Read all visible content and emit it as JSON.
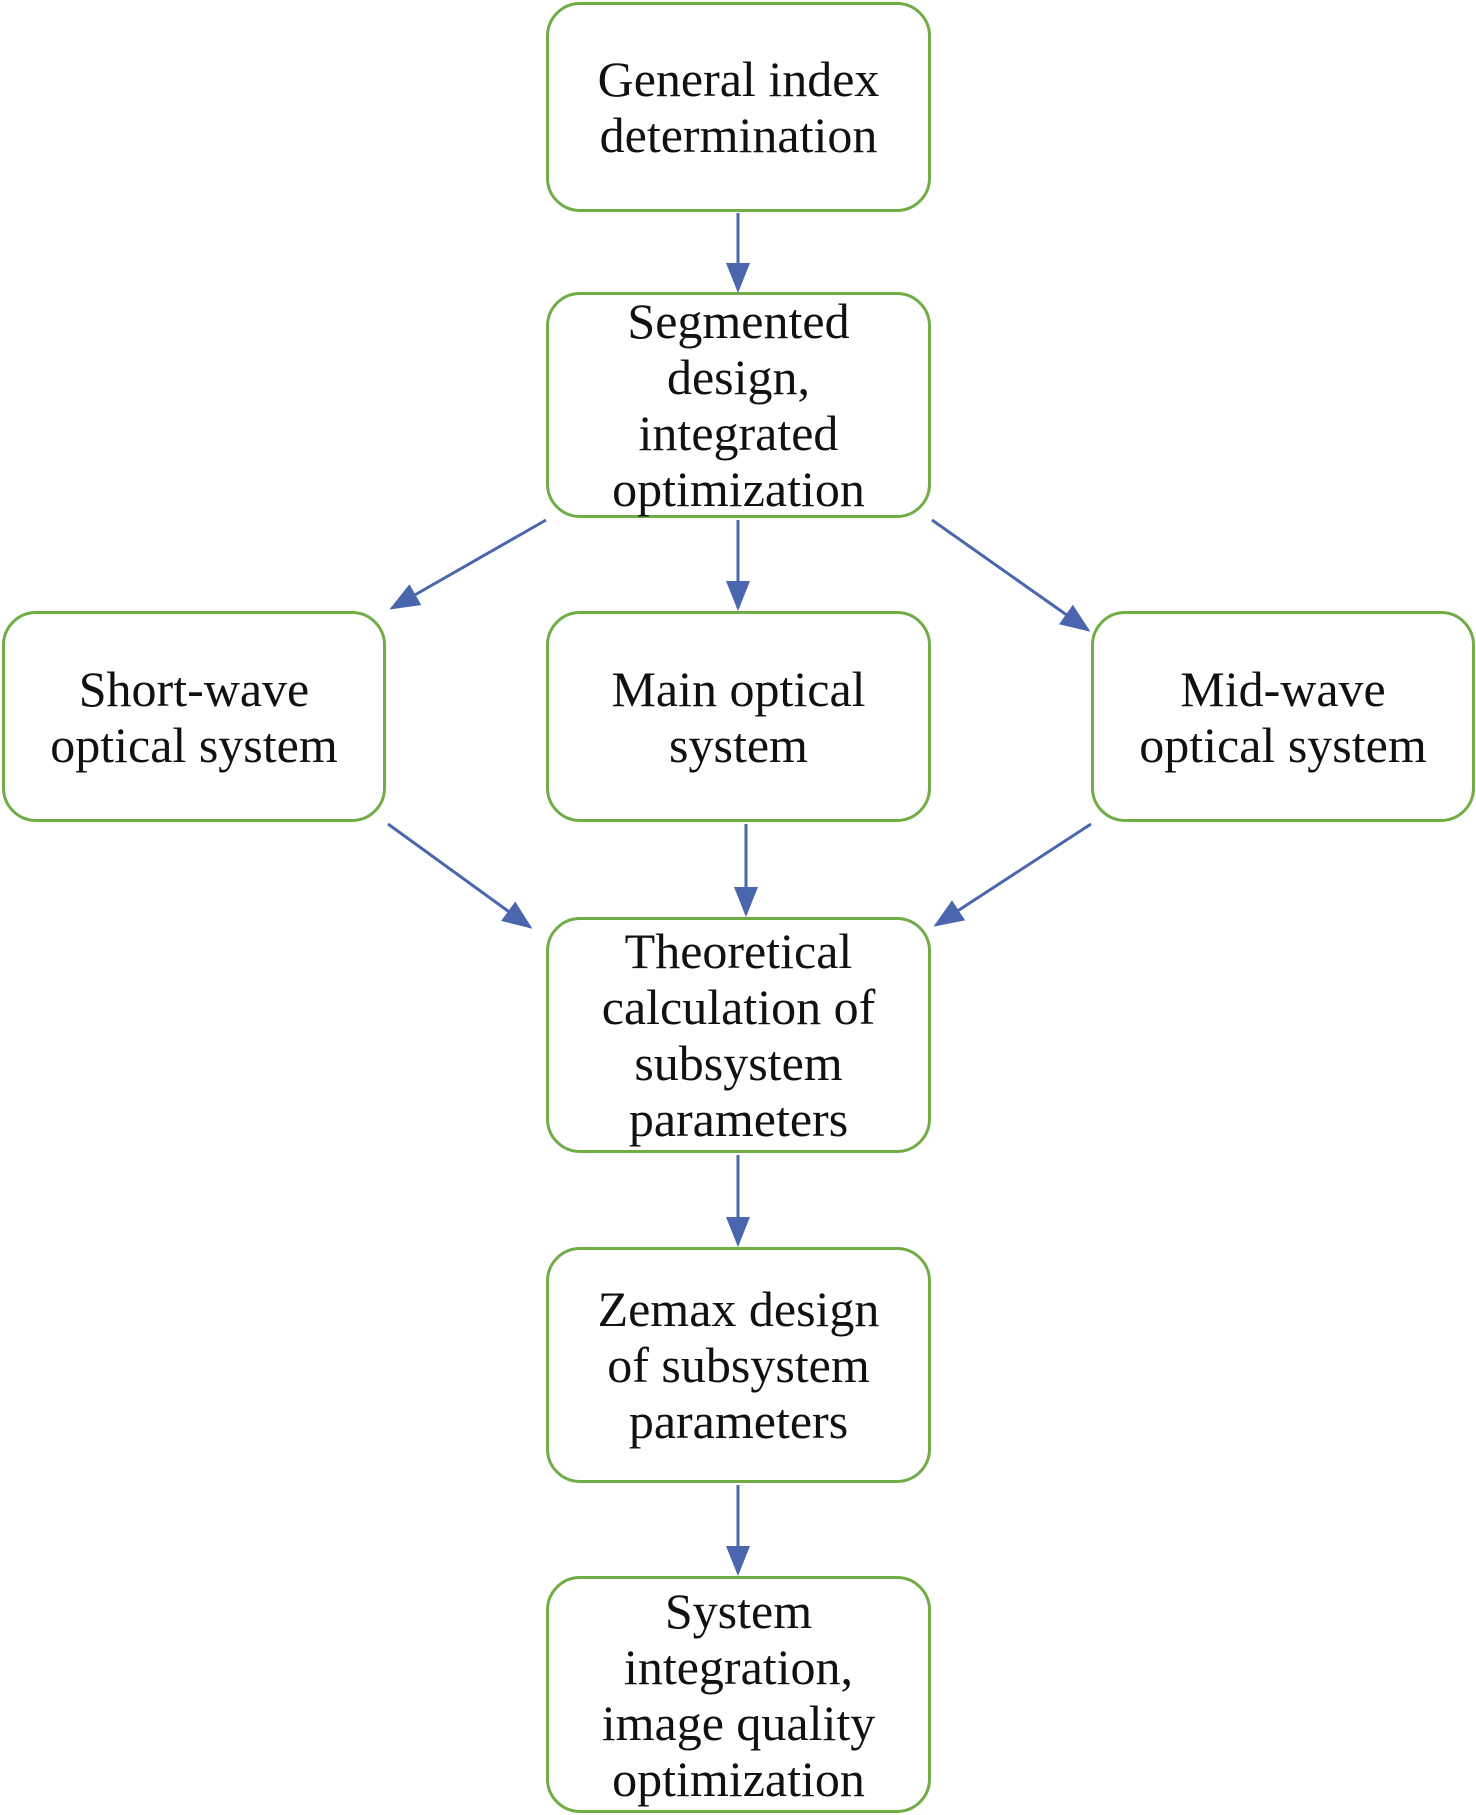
{
  "colors": {
    "box_border": "#70ad47",
    "arrow": "#4a66ad",
    "text": "#111111"
  },
  "nodes": {
    "general_index": "General index\ndetermination",
    "segmented_design": "Segmented\ndesign,\nintegrated\noptimization",
    "short_wave": "Short-wave\noptical system",
    "main_optical": "Main optical\nsystem",
    "mid_wave": "Mid-wave\noptical system",
    "theoretical_calc": "Theoretical\ncalculation of\nsubsystem\nparameters",
    "zemax_design": "Zemax design\nof subsystem\nparameters",
    "system_integration": "System\nintegration,\nimage quality\noptimization"
  },
  "edges": [
    {
      "from": "general_index",
      "to": "segmented_design"
    },
    {
      "from": "segmented_design",
      "to": "short_wave"
    },
    {
      "from": "segmented_design",
      "to": "main_optical"
    },
    {
      "from": "segmented_design",
      "to": "mid_wave"
    },
    {
      "from": "short_wave",
      "to": "theoretical_calc"
    },
    {
      "from": "main_optical",
      "to": "theoretical_calc"
    },
    {
      "from": "mid_wave",
      "to": "theoretical_calc"
    },
    {
      "from": "theoretical_calc",
      "to": "zemax_design"
    },
    {
      "from": "zemax_design",
      "to": "system_integration"
    }
  ]
}
